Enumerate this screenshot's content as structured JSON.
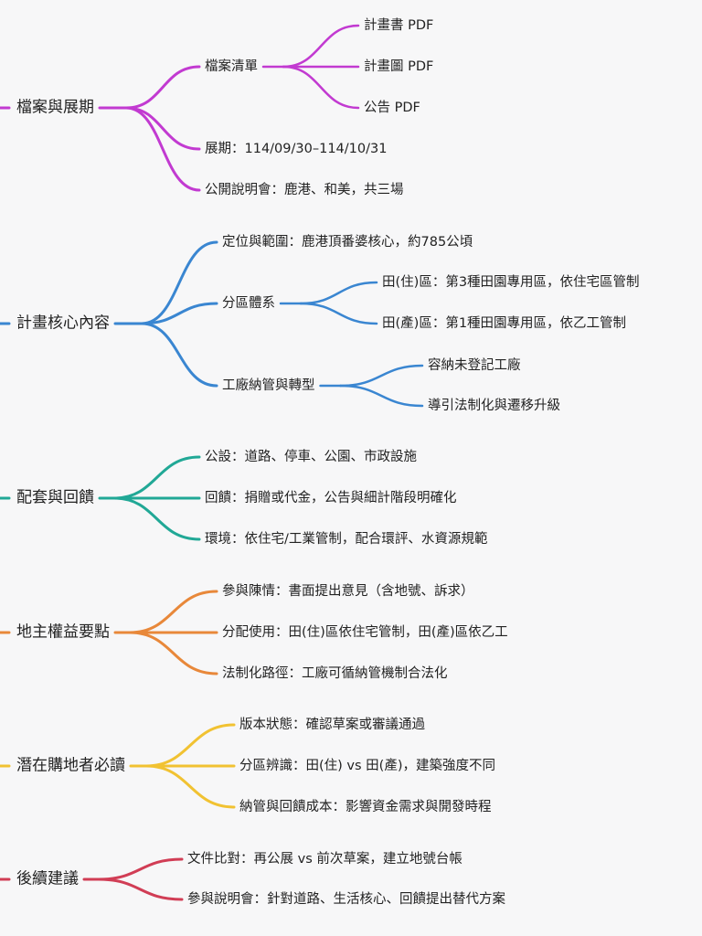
{
  "branches": [
    {
      "label": "檔案與展期",
      "color": "#c23ad1",
      "children": [
        {
          "label": "檔案清單",
          "children": [
            {
              "label": "計畫書 PDF"
            },
            {
              "label": "計畫圖 PDF"
            },
            {
              "label": "公告 PDF"
            }
          ]
        },
        {
          "label": "展期：114/09/30–114/10/31"
        },
        {
          "label": "公開說明會：鹿港、和美，共三場"
        }
      ]
    },
    {
      "label": "計畫核心內容",
      "color": "#3a86d1",
      "children": [
        {
          "label": "定位與範圍：鹿港頂番婆核心，約785公頃"
        },
        {
          "label": "分區體系",
          "children": [
            {
              "label": "田(住)區：第3種田園專用區，依住宅區管制"
            },
            {
              "label": "田(產)區：第1種田園專用區，依乙工管制"
            }
          ]
        },
        {
          "label": "工廠納管與轉型",
          "children": [
            {
              "label": "容納未登記工廠"
            },
            {
              "label": "導引法制化與遷移升級"
            }
          ]
        }
      ]
    },
    {
      "label": "配套與回饋",
      "color": "#21a896",
      "children": [
        {
          "label": "公設：道路、停車、公園、市政設施"
        },
        {
          "label": "回饋：捐贈或代金，公告與細計階段明確化"
        },
        {
          "label": "環境：依住宅/工業管制，配合環評、水資源規範"
        }
      ]
    },
    {
      "label": "地主權益要點",
      "color": "#e8883a",
      "children": [
        {
          "label": "參與陳情：書面提出意見（含地號、訴求）"
        },
        {
          "label": "分配使用：田(住)區依住宅管制，田(產)區依乙工"
        },
        {
          "label": "法制化路徑：工廠可循納管機制合法化"
        }
      ]
    },
    {
      "label": "潛在購地者必讀",
      "color": "#f1c232",
      "children": [
        {
          "label": "版本狀態：確認草案或審議通過"
        },
        {
          "label": "分區辨識：田(住) vs 田(產)，建築強度不同"
        },
        {
          "label": "納管與回饋成本：影響資金需求與開發時程"
        }
      ]
    },
    {
      "label": "後續建議",
      "color": "#d13d55",
      "children": [
        {
          "label": "文件比對：再公展 vs 前次草案，建立地號台帳"
        },
        {
          "label": "參與說明會：針對道路、生活核心、回饋提出替代方案"
        }
      ]
    }
  ]
}
